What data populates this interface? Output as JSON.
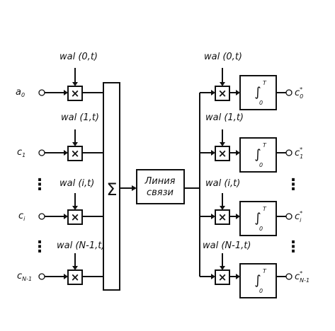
{
  "inputs": [
    {
      "base": "a",
      "sub": "0"
    },
    {
      "base": "c",
      "sub": "1"
    },
    {
      "base": "c",
      "sub": "i"
    },
    {
      "base": "c",
      "sub": "N-1"
    }
  ],
  "outputs": [
    {
      "base": "c",
      "sub": "0",
      "sup": "*"
    },
    {
      "base": "c",
      "sub": "1",
      "sup": "*"
    },
    {
      "base": "c",
      "sub": "i",
      "sup": "*"
    },
    {
      "base": "c",
      "sub": "N-1",
      "sup": "*"
    }
  ],
  "tx_walsh": [
    "wal (0,t)",
    "wal (1,t)",
    "wal (i,t)",
    "wal (N-1,t)"
  ],
  "rx_walsh": [
    "wal (0,t)",
    "wal (1,t)",
    "wal (i,t)",
    "wal (N-1,t)"
  ],
  "multiplier_symbol": "×",
  "summer_symbol": "Σ",
  "integrator_symbol": "∫",
  "integrator_upper": "T",
  "integrator_lower": "0",
  "line": {
    "line1": "Линия",
    "line2": "связи"
  },
  "ellipsis": "⋮"
}
